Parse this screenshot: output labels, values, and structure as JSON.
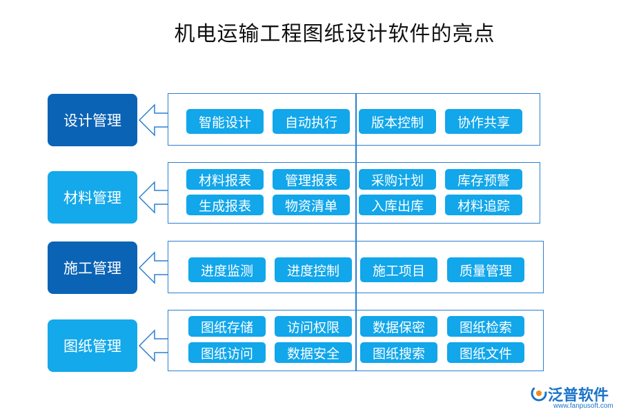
{
  "title": "机电运输工程图纸设计软件的亮点",
  "categories": [
    {
      "label": "设计管理",
      "features": [
        "智能设计",
        "自动执行",
        "版本控制",
        "协作共享"
      ]
    },
    {
      "label": "材料管理",
      "features": [
        "材料报表",
        "管理报表",
        "采购计划",
        "库存预警",
        "生成报表",
        "物资清单",
        "入库出库",
        "材料追踪"
      ]
    },
    {
      "label": "施工管理",
      "features": [
        "进度监测",
        "进度控制",
        "施工项目",
        "质量管理"
      ]
    },
    {
      "label": "图纸管理",
      "features": [
        "图纸存储",
        "访问权限",
        "数据保密",
        "图纸检索",
        "图纸访问",
        "数据安全",
        "图纸搜索",
        "图纸文件"
      ]
    }
  ],
  "brand": {
    "name": "泛普软件",
    "url": "www.fanpusoft.com"
  },
  "colors": {
    "dark": "#0b63b5",
    "light": "#14a9ea",
    "chip": "#12a6ea",
    "border": "#2a7fd0"
  }
}
